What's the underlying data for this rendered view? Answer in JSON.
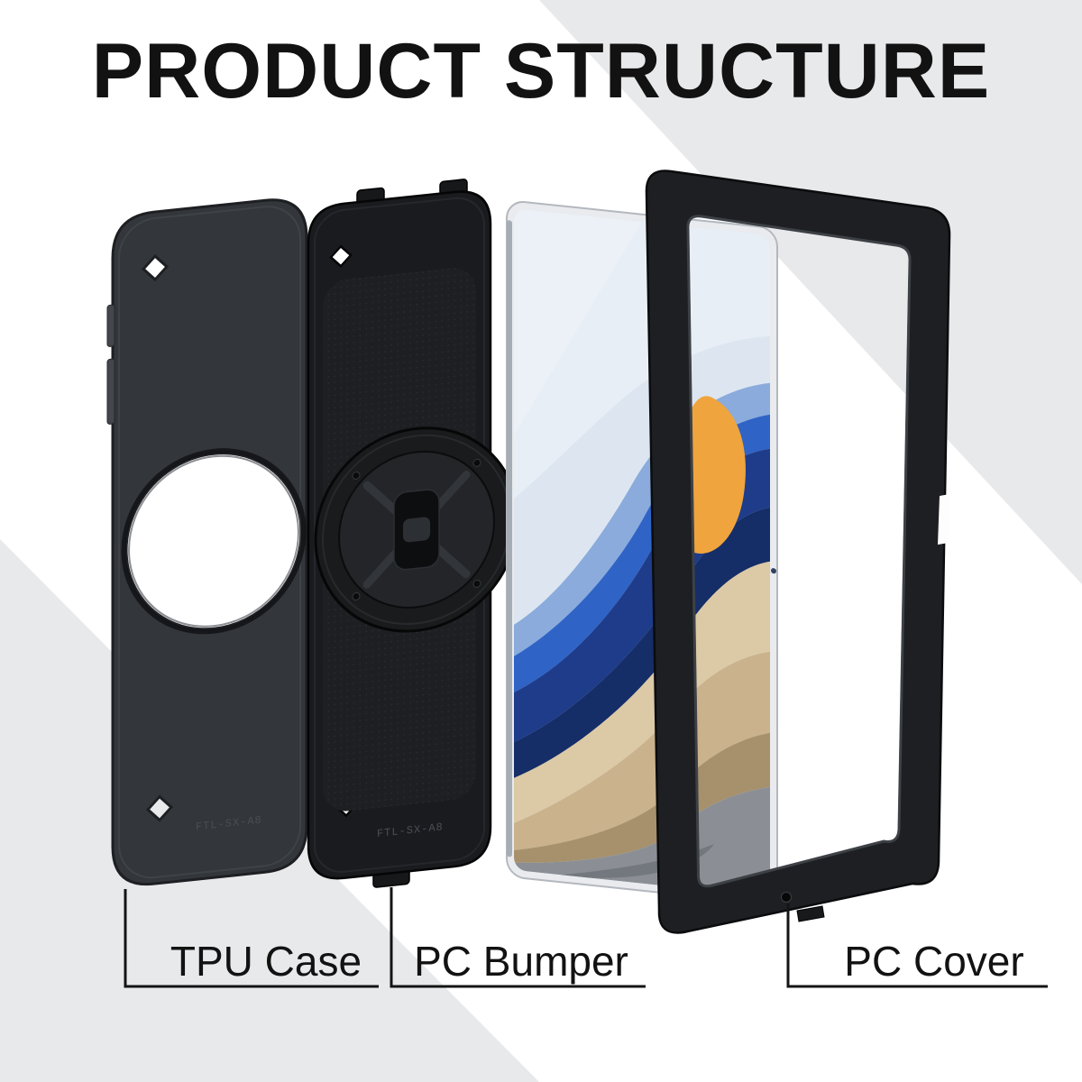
{
  "title": "PRODUCT STRUCTURE",
  "parts": {
    "tpu_case": {
      "label": "TPU Case"
    },
    "pc_bumper": {
      "label": "PC Bumper"
    },
    "pc_cover": {
      "label": "PC Cover"
    }
  },
  "engraving": "FTL-SX-A8",
  "colors": {
    "page_bg": "#ffffff",
    "bg_accent": "#e8e9eb",
    "tpu_dark": "#33363a",
    "bumper_black": "#1a1b1e",
    "cover_black": "#1d1f22",
    "tablet_frame": "#e9ebee",
    "screen_pale": "#dde6f0",
    "screen_lightblue": "#8aabdc",
    "screen_blue": "#2f63c6",
    "screen_navy": "#1e3c8a",
    "screen_orange": "#f0a43d",
    "screen_sand": "#c9b28c",
    "screen_gray": "#8b8f95",
    "line_color": "#141414",
    "text_color": "#121212"
  }
}
